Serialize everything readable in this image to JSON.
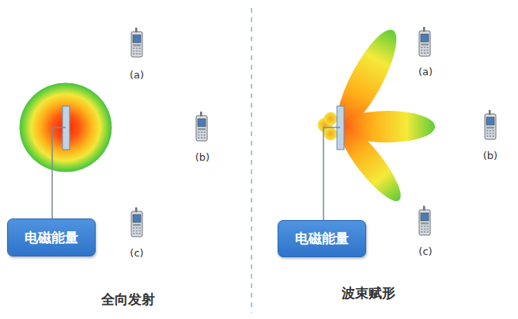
{
  "diagram": {
    "nodes": [
      {
        "text": [
          "电磁能量"
        ]
      },
      {
        "text": [
          "电磁能量"
        ]
      }
    ],
    "labels": [
      "(a)",
      "(b)",
      "(c)",
      "(a)",
      "(b)",
      "(c)",
      "全向发射",
      "波束赋形"
    ]
  }
}
